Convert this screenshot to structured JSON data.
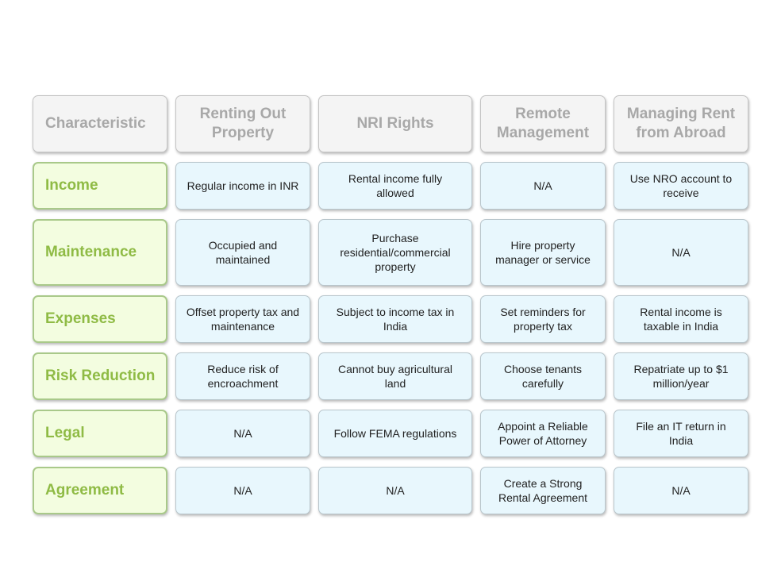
{
  "table": {
    "headers": [
      "Characteristic",
      "Renting Out Property",
      "NRI Rights",
      "Remote Management",
      "Managing Rent from Abroad"
    ],
    "rows": [
      {
        "label": "Income",
        "cells": [
          "Regular income in INR",
          "Rental income fully allowed",
          "N/A",
          "Use NRO account to receive"
        ]
      },
      {
        "label": "Maintenance",
        "cells": [
          "Occupied and maintained",
          "Purchase residential/commercial property",
          "Hire property manager or service",
          "N/A"
        ]
      },
      {
        "label": "Expenses",
        "cells": [
          "Offset property tax and maintenance",
          "Subject to income tax in India",
          "Set reminders for property tax",
          "Rental income is taxable in India"
        ]
      },
      {
        "label": "Risk Reduction",
        "cells": [
          "Reduce risk of encroachment",
          "Cannot buy agricultural land",
          "Choose tenants carefully",
          "Repatriate up to $1 million/year"
        ]
      },
      {
        "label": "Legal",
        "cells": [
          "N/A",
          "Follow FEMA regulations",
          "Appoint a Reliable Power of Attorney",
          "File an IT return in India"
        ]
      },
      {
        "label": "Agreement",
        "cells": [
          "N/A",
          "N/A",
          "Create a Strong Rental Agreement",
          "N/A"
        ]
      }
    ]
  },
  "colors": {
    "header_bg": "#f4f4f4",
    "header_text": "#a8a8a8",
    "label_bg": "#f3fde0",
    "label_border": "#a9c98a",
    "label_text": "#8fbb45",
    "cell_bg": "#e8f7fd",
    "cell_text": "#222222"
  }
}
